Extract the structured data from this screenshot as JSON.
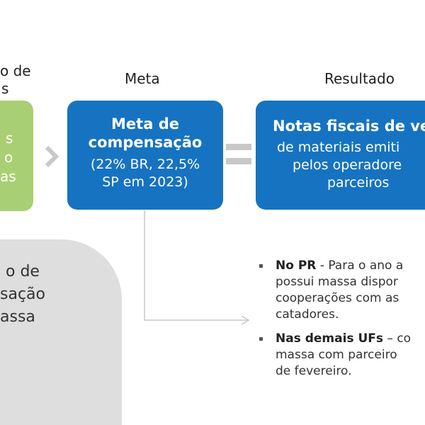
{
  "headers": {
    "left_fragment_1": "o de",
    "left_fragment_2": "s",
    "meta": "Meta",
    "resultado": "Resultado"
  },
  "green_box": {
    "fragments": [
      "s",
      "o",
      "as"
    ]
  },
  "meta_box": {
    "line1": "Meta de",
    "line2": "compensação",
    "line3": "(22% BR, 22,5%",
    "line4": "SP em 2023)"
  },
  "result_box": {
    "line1": "Notas fiscais de ve",
    "line2": "de materiais emiti",
    "line3": "pelos operadore",
    "line4": "parceiros"
  },
  "gray_box": {
    "line1": "o de",
    "line2": "sação",
    "line3": "assa"
  },
  "bullets": [
    {
      "bold": "No PR",
      "rest": " - Para o ano a",
      "lines": [
        "possui massa dispor",
        "cooperações com as",
        "catadores."
      ]
    },
    {
      "bold": "Nas demais UFs",
      "rest": " – co",
      "lines": [
        "massa com parceiro",
        "de fevereiro."
      ]
    }
  ],
  "colors": {
    "green": "#a8cf73",
    "blue": "#1673c1",
    "gray": "#dededf",
    "connector": "#c8c8c8"
  }
}
